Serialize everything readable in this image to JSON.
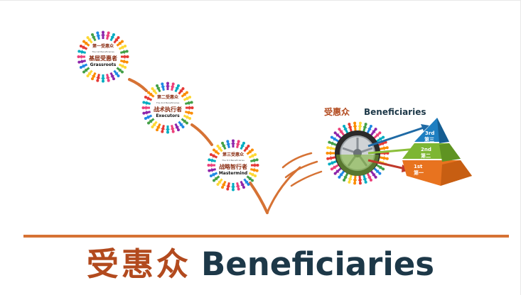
{
  "colors": {
    "accent": "#d67234",
    "title_zh": "#b24a1e",
    "title_en": "#1d3848",
    "ring_palette": [
      "#e53935",
      "#fb8c00",
      "#fdd835",
      "#43a047",
      "#1e88e5",
      "#8e24aa",
      "#ec407a",
      "#00acc1"
    ],
    "pyramid_top": "#1f7fc1",
    "pyramid_mid": "#7db633",
    "pyramid_bottom": "#e8731f",
    "arrow_blue": "#1f6aa5",
    "arrow_green": "#8bbf3a",
    "arrow_red": "#c0392b"
  },
  "circles": [
    {
      "zh_header": "第一受惠众",
      "en_header": "The 1st Beneficiaries",
      "zh_role": "基层受惠者",
      "en_role": "Grassroots"
    },
    {
      "zh_header": "第二受惠众",
      "en_header": "The 2nd Beneficiaries",
      "zh_role": "战术执行者",
      "en_role": "Executors"
    },
    {
      "zh_header": "第三受惠众",
      "en_header": "The 3rd Beneficiaries",
      "zh_role": "战略智行者",
      "en_role": "Mastermind"
    }
  ],
  "beneficiaries_label": {
    "zh": "受惠众",
    "en": "Beneficiaries"
  },
  "pyramid": [
    {
      "ordinal": "3rd",
      "zh": "第三"
    },
    {
      "ordinal": "2nd",
      "zh": "第二"
    },
    {
      "ordinal": "1st",
      "zh": "第一"
    }
  ],
  "title": {
    "zh": "受惠众",
    "en": "Beneficiaries"
  }
}
